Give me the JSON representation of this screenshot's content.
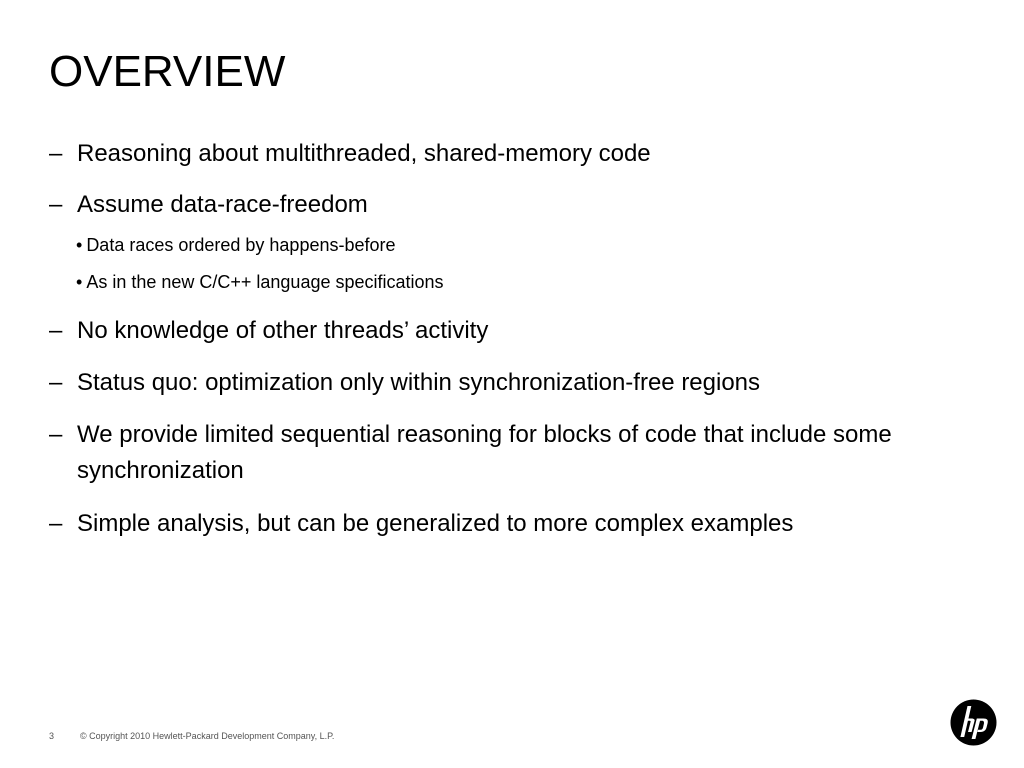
{
  "slide": {
    "title": "OVERVIEW",
    "bullets": [
      {
        "marker": "–",
        "text": "Reasoning about multithreaded, shared-memory code"
      },
      {
        "marker": "–",
        "text": "Assume data-race-freedom"
      },
      {
        "marker": "•",
        "text": "Data races ordered by happens-before"
      },
      {
        "marker": "•",
        "text": "As in the new C/C++ language specifications"
      },
      {
        "marker": "–",
        "text": "No knowledge of other threads’ activity"
      },
      {
        "marker": "–",
        "text": "Status quo: optimization only within synchronization-free regions"
      },
      {
        "marker": "–",
        "text": "We provide limited sequential reasoning for blocks of code that include some synchronization"
      },
      {
        "marker": "–",
        "text": "Simple analysis, but can be generalized to more complex examples"
      }
    ]
  },
  "footer": {
    "page_number": "3",
    "copyright": "© Copyright 2010 Hewlett-Packard Development Company, L.P."
  },
  "logo": {
    "icon": "hp-logo-icon",
    "text": "hp"
  }
}
